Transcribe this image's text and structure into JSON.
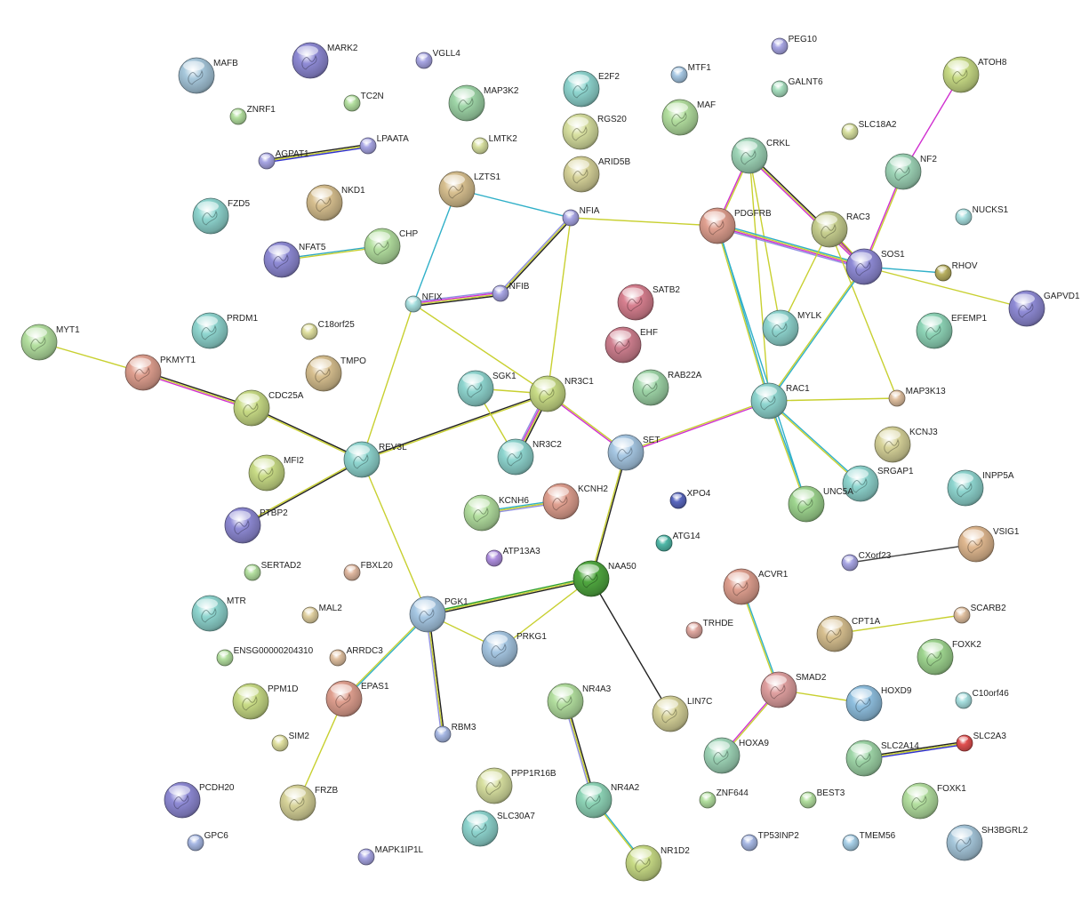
{
  "nodes": [
    {
      "name": "MAFB",
      "color": "#a7c8dc",
      "big": true
    },
    {
      "name": "MARK2",
      "color": "#8f8bd6",
      "big": true
    },
    {
      "name": "VGLL4",
      "color": "#a8a6e4",
      "big": false
    },
    {
      "name": "PEG10",
      "color": "#a8a6e4",
      "big": false
    },
    {
      "name": "ATOH8",
      "color": "#c9dc86",
      "big": true
    },
    {
      "name": "ZNRF1",
      "color": "#b4e0a0",
      "big": false
    },
    {
      "name": "TC2N",
      "color": "#b4e0a0",
      "big": false
    },
    {
      "name": "MAP3K2",
      "color": "#9fd6a8",
      "big": true
    },
    {
      "name": "E2F2",
      "color": "#8fd6d0",
      "big": true
    },
    {
      "name": "MTF1",
      "color": "#a7c8e4",
      "big": false
    },
    {
      "name": "GALNT6",
      "color": "#a8e0c0",
      "big": false
    },
    {
      "name": "AGPAT1",
      "color": "#a8a6e4",
      "big": false
    },
    {
      "name": "LPAATA",
      "color": "#a8a6e4",
      "big": false
    },
    {
      "name": "LMTK2",
      "color": "#d8e0a0",
      "big": false
    },
    {
      "name": "RGS20",
      "color": "#d8e0a0",
      "big": true
    },
    {
      "name": "MAF",
      "color": "#b4e0a0",
      "big": true
    },
    {
      "name": "SLC18A2",
      "color": "#d8e0a0",
      "big": false
    },
    {
      "name": "ARID5B",
      "color": "#d8d49a",
      "big": true
    },
    {
      "name": "CRKL",
      "color": "#9fd6b8",
      "big": true
    },
    {
      "name": "NF2",
      "color": "#9fd6b8",
      "big": true
    },
    {
      "name": "FZD5",
      "color": "#8fd6d0",
      "big": true
    },
    {
      "name": "NKD1",
      "color": "#d8c090",
      "big": true
    },
    {
      "name": "LZTS1",
      "color": "#d8c090",
      "big": true
    },
    {
      "name": "NFIA",
      "color": "#a8a6e4",
      "big": false
    },
    {
      "name": "PDGFRB",
      "color": "#e0a090",
      "big": true
    },
    {
      "name": "RAC3",
      "color": "#c8d090",
      "big": true
    },
    {
      "name": "NUCKS1",
      "color": "#a8e0e0",
      "big": false
    },
    {
      "name": "CHP",
      "color": "#b4e0a0",
      "big": true
    },
    {
      "name": "NFAT5",
      "color": "#8f8bd6",
      "big": true
    },
    {
      "name": "SOS1",
      "color": "#8f8bd6",
      "big": true
    },
    {
      "name": "RHOV",
      "color": "#b8b060",
      "big": false
    },
    {
      "name": "GAPVD1",
      "color": "#8f8bd6",
      "big": true
    },
    {
      "name": "NFIB",
      "color": "#a8a6e4",
      "big": false
    },
    {
      "name": "NFIX",
      "color": "#a8e0e0",
      "big": false
    },
    {
      "name": "SATB2",
      "color": "#d88090",
      "big": true
    },
    {
      "name": "MYT1",
      "color": "#b4e0a0",
      "big": true
    },
    {
      "name": "PRDM1",
      "color": "#8fd6d0",
      "big": true
    },
    {
      "name": "C18orf25",
      "color": "#e0e0a0",
      "big": false
    },
    {
      "name": "MYLK",
      "color": "#8fd6d0",
      "big": true
    },
    {
      "name": "EFEMP1",
      "color": "#8fd6b8",
      "big": true
    },
    {
      "name": "EHF",
      "color": "#d08090",
      "big": true
    },
    {
      "name": "PKMYT1",
      "color": "#e0a090",
      "big": true
    },
    {
      "name": "TMPO",
      "color": "#d8c090",
      "big": true
    },
    {
      "name": "RAB22A",
      "color": "#9fd6a8",
      "big": true
    },
    {
      "name": "SGK1",
      "color": "#8fd6d0",
      "big": true
    },
    {
      "name": "NR3C1",
      "color": "#c9dc86",
      "big": true
    },
    {
      "name": "RAC1",
      "color": "#8fd6d0",
      "big": true
    },
    {
      "name": "MAP3K13",
      "color": "#e0c0a0",
      "big": false
    },
    {
      "name": "CDC25A",
      "color": "#c9dc86",
      "big": true
    },
    {
      "name": "KCNJ3",
      "color": "#d8d49a",
      "big": true
    },
    {
      "name": "NR3C2",
      "color": "#8fd6d0",
      "big": true
    },
    {
      "name": "SET",
      "color": "#a7c8e4",
      "big": true
    },
    {
      "name": "REV3L",
      "color": "#8fd6d0",
      "big": true
    },
    {
      "name": "MFI2",
      "color": "#c9dc86",
      "big": true
    },
    {
      "name": "SRGAP1",
      "color": "#8fd6d0",
      "big": true
    },
    {
      "name": "INPP5A",
      "color": "#8fd6d0",
      "big": true
    },
    {
      "name": "UNC5A",
      "color": "#9fd690",
      "big": true
    },
    {
      "name": "KCNH6",
      "color": "#b4e0a0",
      "big": true
    },
    {
      "name": "KCNH2",
      "color": "#e0a090",
      "big": true
    },
    {
      "name": "PTBP2",
      "color": "#8f8bd6",
      "big": true
    },
    {
      "name": "XPO4",
      "color": "#5a68c0",
      "big": false
    },
    {
      "name": "VSIG1",
      "color": "#e0b890",
      "big": true
    },
    {
      "name": "ATG14",
      "color": "#50b8a8",
      "big": false
    },
    {
      "name": "ATP13A3",
      "color": "#b090e0",
      "big": false
    },
    {
      "name": "CXorf23",
      "color": "#a8a6e4",
      "big": false
    },
    {
      "name": "SERTAD2",
      "color": "#b4e0a0",
      "big": false
    },
    {
      "name": "FBXL20",
      "color": "#e0b8a0",
      "big": false
    },
    {
      "name": "NAA50",
      "color": "#50a840",
      "big": true
    },
    {
      "name": "ACVR1",
      "color": "#e0a090",
      "big": true
    },
    {
      "name": "MTR",
      "color": "#8fd6d0",
      "big": true
    },
    {
      "name": "MAL2",
      "color": "#e0d0a0",
      "big": false
    },
    {
      "name": "PGK1",
      "color": "#a7c8e4",
      "big": true
    },
    {
      "name": "SCARB2",
      "color": "#e0c0a0",
      "big": false
    },
    {
      "name": "TRHDE",
      "color": "#e0a8a0",
      "big": false
    },
    {
      "name": "CPT1A",
      "color": "#d8c090",
      "big": true
    },
    {
      "name": "PRKG1",
      "color": "#a7c8e4",
      "big": true
    },
    {
      "name": "ENSG00000204310",
      "color": "#b4e0a0",
      "big": false
    },
    {
      "name": "ARRDC3",
      "color": "#e0c0a0",
      "big": false
    },
    {
      "name": "FOXK2",
      "color": "#9fd690",
      "big": true
    },
    {
      "name": "PPM1D",
      "color": "#c9dc86",
      "big": true
    },
    {
      "name": "EPAS1",
      "color": "#e0a090",
      "big": true
    },
    {
      "name": "NR4A3",
      "color": "#b4e0a0",
      "big": true
    },
    {
      "name": "SMAD2",
      "color": "#e0a0a0",
      "big": true
    },
    {
      "name": "HOXD9",
      "color": "#90c0e0",
      "big": true
    },
    {
      "name": "C10orf46",
      "color": "#a8e0e0",
      "big": false
    },
    {
      "name": "LIN7C",
      "color": "#d8d49a",
      "big": true
    },
    {
      "name": "SIM2",
      "color": "#e0e0a0",
      "big": false
    },
    {
      "name": "RBM3",
      "color": "#a7b8e4",
      "big": false
    },
    {
      "name": "HOXA9",
      "color": "#9fd6b8",
      "big": true
    },
    {
      "name": "SLC2A14",
      "color": "#9fd6a8",
      "big": true
    },
    {
      "name": "SLC2A3",
      "color": "#e05050",
      "big": false
    },
    {
      "name": "PCDH20",
      "color": "#8f8bd6",
      "big": true
    },
    {
      "name": "PPP1R16B",
      "color": "#d8e0a0",
      "big": true
    },
    {
      "name": "FRZB",
      "color": "#d8d49a",
      "big": true
    },
    {
      "name": "NR4A2",
      "color": "#8fd6b8",
      "big": true
    },
    {
      "name": "ZNF644",
      "color": "#b4e0a0",
      "big": false
    },
    {
      "name": "BEST3",
      "color": "#b4e0a0",
      "big": false
    },
    {
      "name": "FOXK1",
      "color": "#b4e0a0",
      "big": true
    },
    {
      "name": "SLC30A7",
      "color": "#8fd6d0",
      "big": true
    },
    {
      "name": "SH3BGRL2",
      "color": "#a7c8dc",
      "big": true
    },
    {
      "name": "GPC6",
      "color": "#a7b8e4",
      "big": false
    },
    {
      "name": "TP53INP2",
      "color": "#a7b8e4",
      "big": false
    },
    {
      "name": "TMEM56",
      "color": "#a8d0e8",
      "big": false
    },
    {
      "name": "MAPK1IP1L",
      "color": "#a8a6e4",
      "big": false
    },
    {
      "name": "NR1D2",
      "color": "#c9dc86",
      "big": true
    }
  ],
  "edges": [
    {
      "source": "AGPAT1",
      "target": "LPAATA",
      "colors": [
        "#222222",
        "#c8d030",
        "#3030d0"
      ]
    },
    {
      "source": "NFAT5",
      "target": "CHP",
      "colors": [
        "#30a8c0",
        "#c8d030"
      ]
    },
    {
      "source": "LZTS1",
      "target": "NFIA",
      "colors": [
        "#30b0c8"
      ]
    },
    {
      "source": "LZTS1",
      "target": "NFIX",
      "colors": [
        "#30b0c8"
      ]
    },
    {
      "source": "NFIA",
      "target": "NFIB",
      "colors": [
        "#222222",
        "#c8d030",
        "#9090e0"
      ]
    },
    {
      "source": "NFIA",
      "target": "PDGFRB",
      "colors": [
        "#c8d030"
      ]
    },
    {
      "source": "NFIA",
      "target": "NR3C1",
      "colors": [
        "#c8d030"
      ]
    },
    {
      "source": "NFIB",
      "target": "NFIX",
      "colors": [
        "#222222",
        "#c8d030",
        "#d030d0",
        "#9090e0"
      ]
    },
    {
      "source": "NFIX",
      "target": "NR3C1",
      "colors": [
        "#c8d030"
      ]
    },
    {
      "source": "NFIX",
      "target": "REV3L",
      "colors": [
        "#c8d030"
      ]
    },
    {
      "source": "MYT1",
      "target": "PKMYT1",
      "colors": [
        "#c8d030"
      ]
    },
    {
      "source": "PKMYT1",
      "target": "CDC25A",
      "colors": [
        "#222222",
        "#c8d030",
        "#d030d0"
      ]
    },
    {
      "source": "CDC25A",
      "target": "REV3L",
      "colors": [
        "#222222",
        "#c8d030"
      ]
    },
    {
      "source": "REV3L",
      "target": "NR3C1",
      "colors": [
        "#222222",
        "#c8d030"
      ]
    },
    {
      "source": "REV3L",
      "target": "PTBP2",
      "colors": [
        "#222222",
        "#c8d030"
      ]
    },
    {
      "source": "REV3L",
      "target": "PGK1",
      "colors": [
        "#c8d030"
      ]
    },
    {
      "source": "SGK1",
      "target": "NR3C1",
      "colors": [
        "#c8d030"
      ]
    },
    {
      "source": "SGK1",
      "target": "NR3C2",
      "colors": [
        "#c8d030"
      ]
    },
    {
      "source": "NR3C1",
      "target": "NR3C2",
      "colors": [
        "#222222",
        "#c8d030",
        "#d030d0",
        "#9090e0"
      ]
    },
    {
      "source": "NR3C1",
      "target": "SET",
      "colors": [
        "#c8d030",
        "#d030d0"
      ]
    },
    {
      "source": "SET",
      "target": "RAC1",
      "colors": [
        "#c8d030",
        "#d030d0"
      ]
    },
    {
      "source": "SET",
      "target": "NAA50",
      "colors": [
        "#222222",
        "#c8d030"
      ]
    },
    {
      "source": "KCNH6",
      "target": "KCNH2",
      "colors": [
        "#30b0c8",
        "#c8d030",
        "#9090e0"
      ]
    },
    {
      "source": "NAA50",
      "target": "PGK1",
      "colors": [
        "#222222",
        "#c8d030",
        "#30a030"
      ]
    },
    {
      "source": "NAA50",
      "target": "PRKG1",
      "colors": [
        "#c8d030"
      ]
    },
    {
      "source": "NAA50",
      "target": "LIN7C",
      "colors": [
        "#222222"
      ]
    },
    {
      "source": "PGK1",
      "target": "PRKG1",
      "colors": [
        "#c8d030"
      ]
    },
    {
      "source": "PGK1",
      "target": "RBM3",
      "colors": [
        "#222222",
        "#c8d030",
        "#9090e0"
      ]
    },
    {
      "source": "PGK1",
      "target": "EPAS1",
      "colors": [
        "#30b0c8",
        "#c8d030"
      ]
    },
    {
      "source": "EPAS1",
      "target": "FRZB",
      "colors": [
        "#c8d030"
      ]
    },
    {
      "source": "CRKL",
      "target": "PDGFRB",
      "colors": [
        "#c8d030",
        "#d030d0"
      ]
    },
    {
      "source": "CRKL",
      "target": "SOS1",
      "colors": [
        "#222222",
        "#c8d030",
        "#d030d0"
      ]
    },
    {
      "source": "CRKL",
      "target": "RAC1",
      "colors": [
        "#c8d030"
      ]
    },
    {
      "source": "CRKL",
      "target": "MYLK",
      "colors": [
        "#c8d030"
      ]
    },
    {
      "source": "PDGFRB",
      "target": "SOS1",
      "colors": [
        "#30b0c8",
        "#c8d030",
        "#d030d0",
        "#9090e0"
      ]
    },
    {
      "source": "PDGFRB",
      "target": "RAC1",
      "colors": [
        "#30b0c8",
        "#c8d030"
      ]
    },
    {
      "source": "PDGFRB",
      "target": "UNC5A",
      "colors": [
        "#30b0c8"
      ]
    },
    {
      "source": "RAC3",
      "target": "SOS1",
      "colors": [
        "#c8d030",
        "#d030d0"
      ]
    },
    {
      "source": "RAC3",
      "target": "MYLK",
      "colors": [
        "#c8d030"
      ]
    },
    {
      "source": "RAC3",
      "target": "MAP3K13",
      "colors": [
        "#c8d030"
      ]
    },
    {
      "source": "NF2",
      "target": "ATOH8",
      "colors": [
        "#d030d0"
      ]
    },
    {
      "source": "NF2",
      "target": "SOS1",
      "colors": [
        "#c8d030",
        "#d030d0"
      ]
    },
    {
      "source": "SOS1",
      "target": "RHOV",
      "colors": [
        "#30b0c8"
      ]
    },
    {
      "source": "SOS1",
      "target": "GAPVD1",
      "colors": [
        "#c8d030"
      ]
    },
    {
      "source": "SOS1",
      "target": "RAC1",
      "colors": [
        "#30b0c8",
        "#c8d030"
      ]
    },
    {
      "source": "RAC1",
      "target": "MAP3K13",
      "colors": [
        "#c8d030"
      ]
    },
    {
      "source": "RAC1",
      "target": "SRGAP1",
      "colors": [
        "#30b0c8",
        "#c8d030"
      ]
    },
    {
      "source": "RAC1",
      "target": "UNC5A",
      "colors": [
        "#30b0c8",
        "#c8d030"
      ]
    },
    {
      "source": "CXorf23",
      "target": "VSIG1",
      "colors": [
        "#444444"
      ]
    },
    {
      "source": "ACVR1",
      "target": "SMAD2",
      "colors": [
        "#30b0c8",
        "#c8d030"
      ]
    },
    {
      "source": "SMAD2",
      "target": "HOXD9",
      "colors": [
        "#c8d030"
      ]
    },
    {
      "source": "SMAD2",
      "target": "HOXA9",
      "colors": [
        "#c8d030",
        "#d030d0"
      ]
    },
    {
      "source": "CPT1A",
      "target": "SCARB2",
      "colors": [
        "#c8d030"
      ]
    },
    {
      "source": "SLC2A14",
      "target": "SLC2A3",
      "colors": [
        "#222222",
        "#c8d030",
        "#3030d0"
      ]
    },
    {
      "source": "NR4A3",
      "target": "NR4A2",
      "colors": [
        "#222222",
        "#c8d030",
        "#9090e0"
      ]
    },
    {
      "source": "NR4A2",
      "target": "NR1D2",
      "colors": [
        "#30b0c8",
        "#c8d030"
      ]
    }
  ]
}
